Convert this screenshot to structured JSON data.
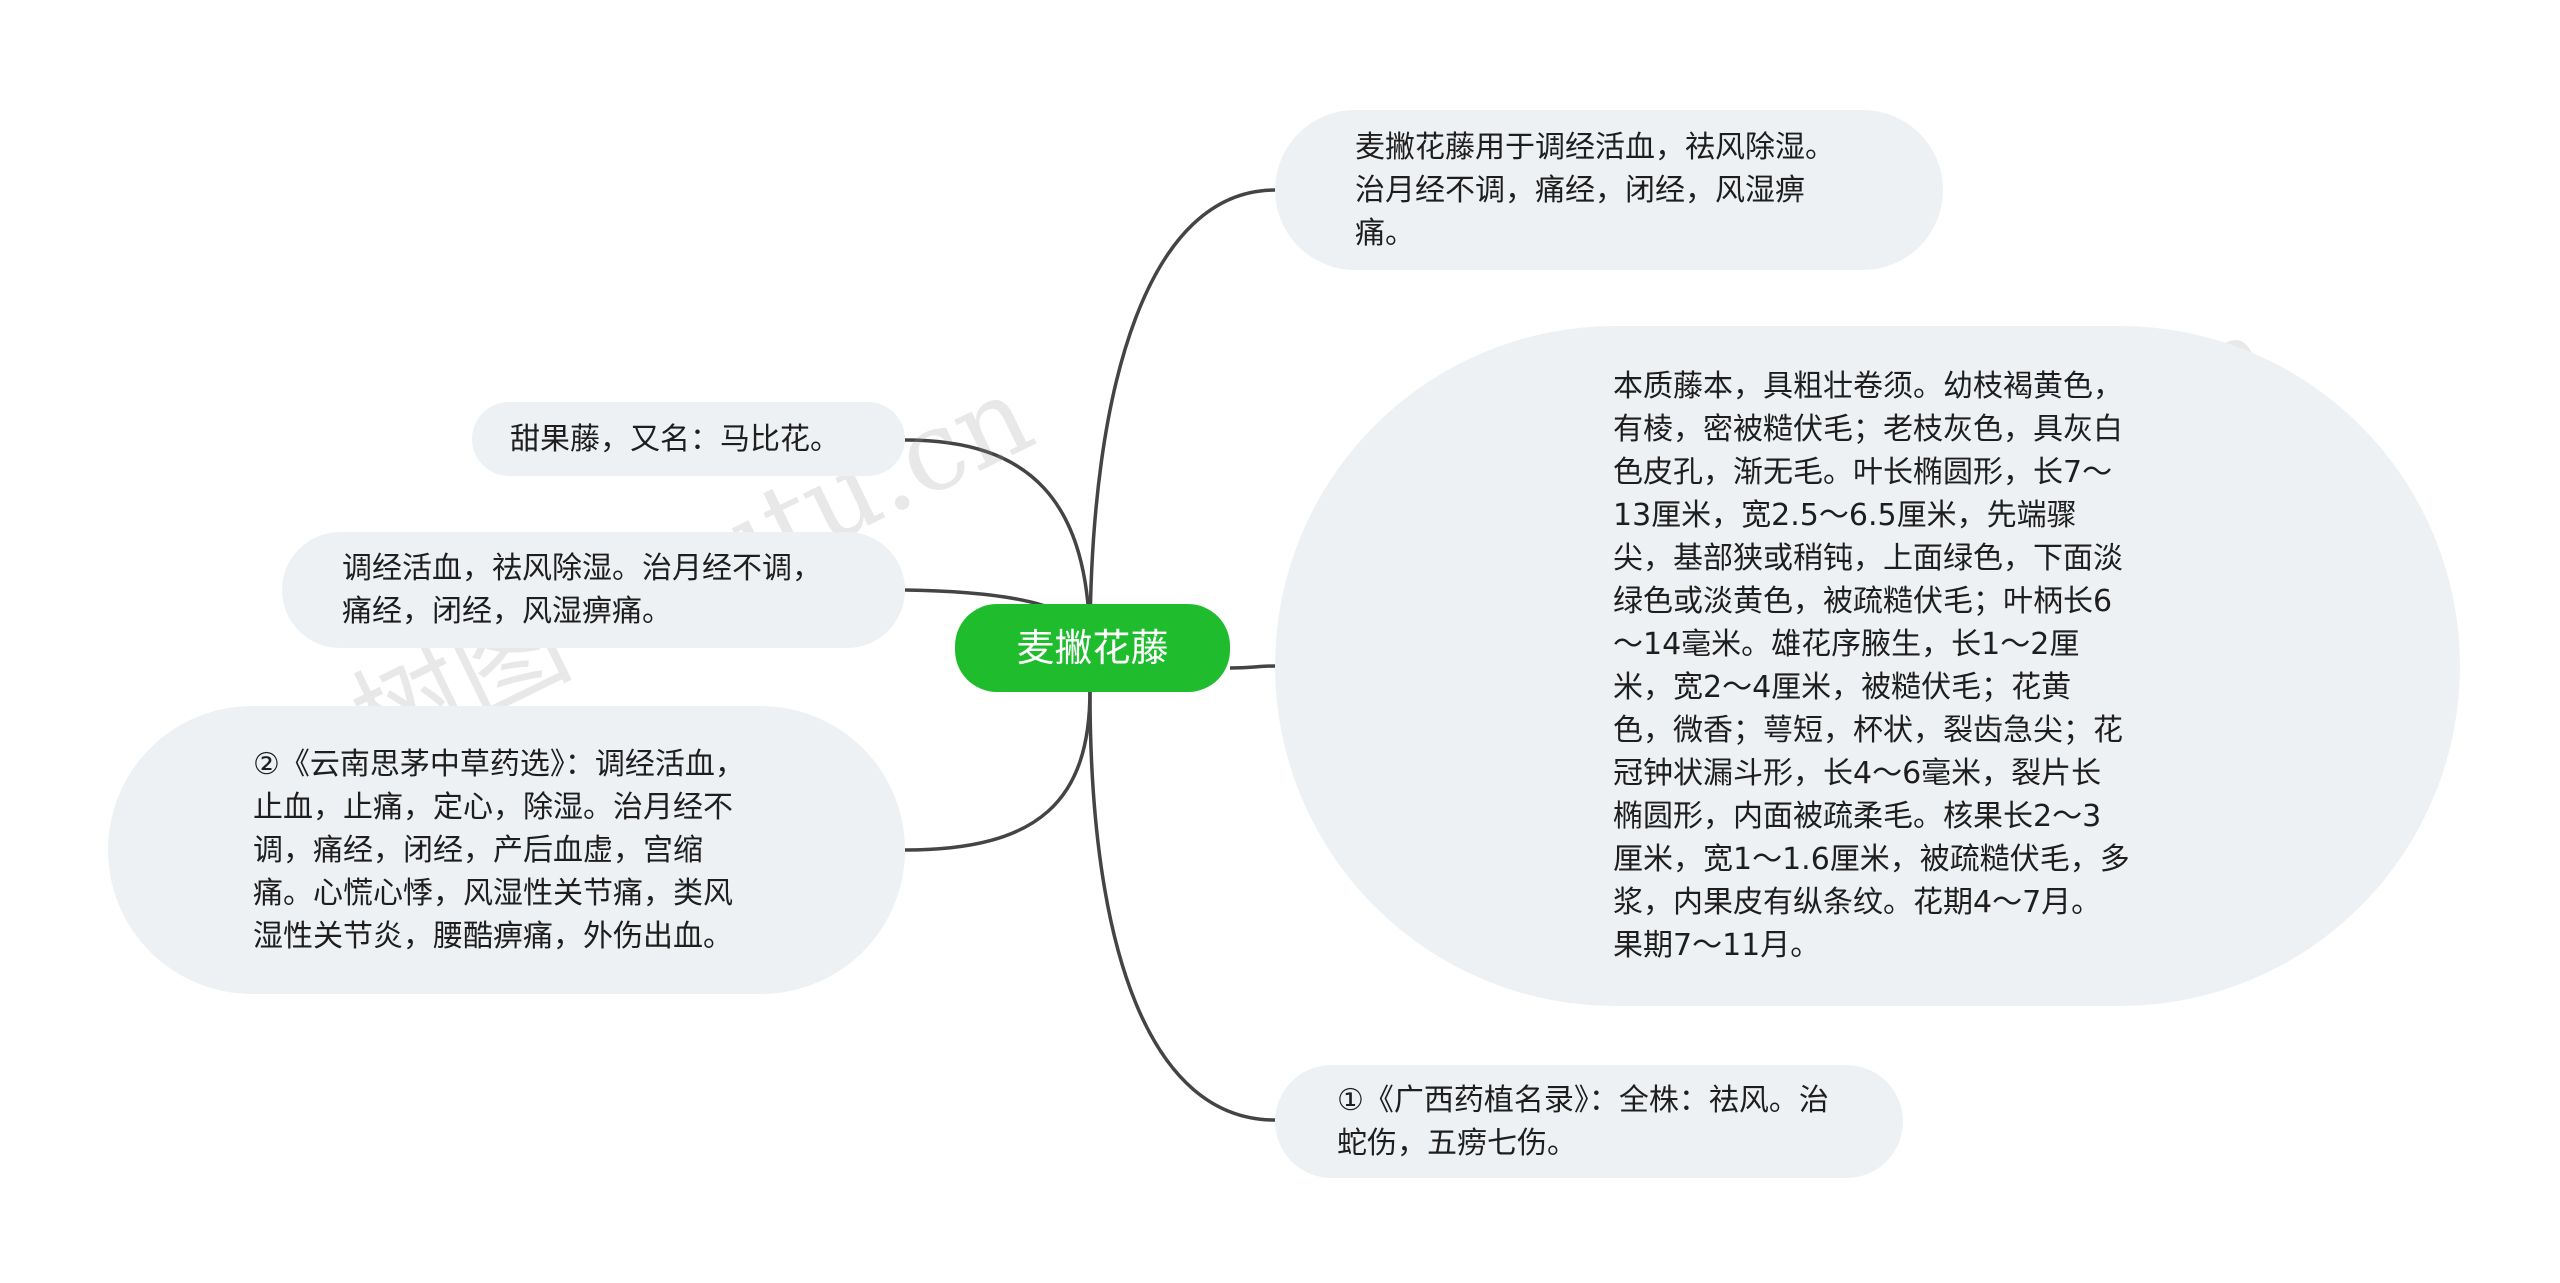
{
  "root": {
    "label": "麦撇花藤"
  },
  "branches": [
    {
      "id": "usage",
      "text": "麦撇花藤用于调经活血，祛风除湿。治月经不调，痛经，闭经，风湿痹痛。"
    },
    {
      "id": "description",
      "text": "本质藤本，具粗壮卷须。幼枝褐黄色，有棱，密被糙伏毛；老枝灰色，具灰白色皮孔，渐无毛。叶长椭圆形，长7～13厘米，宽2.5～6.5厘米，先端骤尖，基部狭或稍钝，上面绿色，下面淡绿色或淡黄色，被疏糙伏毛；叶柄长6～14毫米。雄花序腋生，长1～2厘米，宽2～4厘米，被糙伏毛；花黄色，微香；萼短，杯状，裂齿急尖；花冠钟状漏斗形，长4～6毫米，裂片长椭圆形，内面被疏柔毛。核果长2～3厘米，宽1～1.6厘米，被疏糙伏毛，多浆，内果皮有纵条纹。花期4～7月。果期7～11月。"
    },
    {
      "id": "guangxi",
      "text": "①《广西药植名录》：全株：祛风。治蛇伤，五痨七伤。"
    },
    {
      "id": "alias",
      "text": "甜果藤，又名：马比花。"
    },
    {
      "id": "function",
      "text": "调经活血，祛风除湿。治月经不调，痛经，闭经，风湿痹痛。"
    },
    {
      "id": "yunnan",
      "text": "②《云南思茅中草药选》：调经活血，止血，止痛，定心，除湿。治月经不调，痛经，闭经，产后血虚，宫缩痛。心慌心悸，风湿性关节痛，类风湿性关节炎，腰酷痹痛，外伤出血。"
    }
  ],
  "watermarks": [
    "树图 shutu.cn",
    "树图 shutu.cn"
  ],
  "colors": {
    "root_fill": "#1fbd2e",
    "node_fill": "#eef1f4",
    "link_stroke": "#444444",
    "text": "#1e1e1e"
  }
}
